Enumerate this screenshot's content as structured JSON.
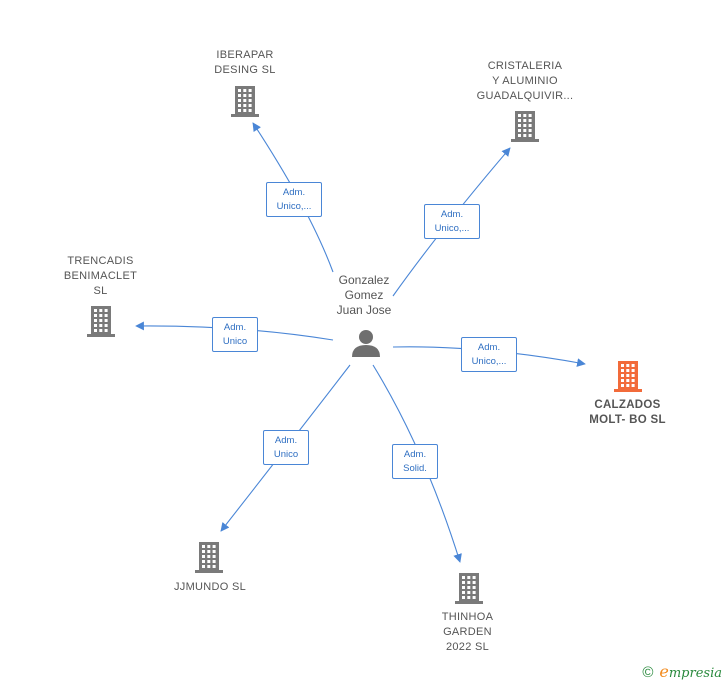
{
  "center": {
    "name": "Gonzalez\nGomez\nJuan Jose",
    "icon": "person-icon"
  },
  "companies": [
    {
      "id": "iberapar",
      "name": "IBERAPAR\nDESING  SL",
      "highlight": false,
      "icon": "building-icon"
    },
    {
      "id": "cristaleria",
      "name": "CRISTALERIA\nY ALUMINIO\nGUADALQUIVIR...",
      "highlight": false,
      "icon": "building-icon"
    },
    {
      "id": "trencadis",
      "name": "TRENCADIS\nBENIMACLET\nSL",
      "highlight": false,
      "icon": "building-icon"
    },
    {
      "id": "calzados",
      "name": "CALZADOS\nMOLT- BO  SL",
      "highlight": true,
      "icon": "building-icon"
    },
    {
      "id": "jjmundo",
      "name": "JJMUNDO  SL",
      "highlight": false,
      "icon": "building-icon"
    },
    {
      "id": "thinhoa",
      "name": "THINHOA\nGARDEN\n2022  SL",
      "highlight": false,
      "icon": "building-icon"
    }
  ],
  "edges": [
    {
      "to": "iberapar",
      "label": "Adm.\nUnico,..."
    },
    {
      "to": "cristaleria",
      "label": "Adm.\nUnico,..."
    },
    {
      "to": "trencadis",
      "label": "Adm.\nUnico"
    },
    {
      "to": "calzados",
      "label": "Adm.\nUnico,..."
    },
    {
      "to": "jjmundo",
      "label": "Adm.\nUnico"
    },
    {
      "to": "thinhoa",
      "label": "Adm.\nSolid."
    }
  ],
  "colors": {
    "edge": "#4a86d6",
    "building": "#7a7a7a",
    "building_highlight": "#f26b3a",
    "person": "#6f6f6f"
  },
  "footer": {
    "copyright": "©",
    "brand_first": "e",
    "brand_rest": "mpresia"
  }
}
